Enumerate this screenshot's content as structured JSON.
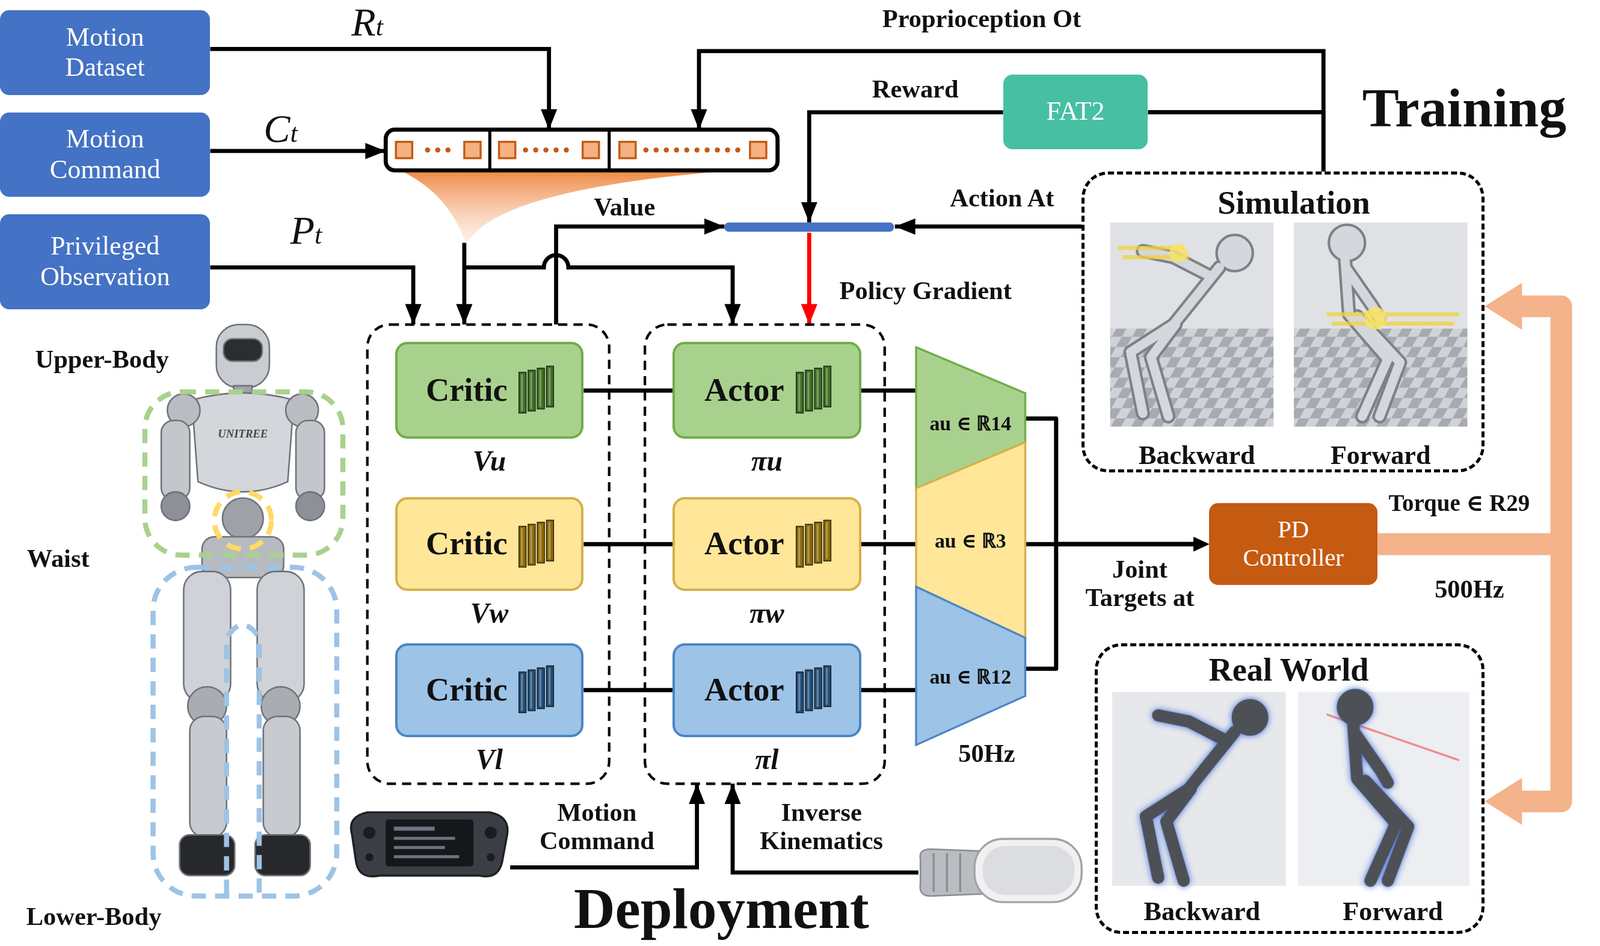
{
  "diagram": {
    "nodes": [
      {
        "text": [
          "Motion Dataset"
        ]
      },
      {
        "text": [
          "Motion Command"
        ]
      },
      {
        "text": [
          "Privileged Observation"
        ]
      },
      {
        "text": [
          "FAT2"
        ]
      },
      {
        "text": [
          "Simulation",
          "Backward",
          "Forward"
        ]
      },
      {
        "text": [
          "Critic",
          "Vu"
        ]
      },
      {
        "text": [
          "Actor",
          "πu"
        ]
      },
      {
        "text": [
          "au ∈ ℝ14"
        ]
      },
      {
        "text": [
          "Critic",
          "Vw"
        ]
      },
      {
        "text": [
          "Actor",
          "πw"
        ]
      },
      {
        "text": [
          "au ∈ ℝ3"
        ]
      },
      {
        "text": [
          "PD Controller"
        ]
      },
      {
        "text": [
          "Critic",
          "Vl"
        ]
      },
      {
        "text": [
          "Actor",
          "πl"
        ]
      },
      {
        "text": [
          "au ∈ ℝ12"
        ]
      },
      {
        "text": [
          "Real World",
          "Backward",
          "Forward"
        ]
      }
    ],
    "edges": [
      {
        "from": 5,
        "to": 6,
        "arrow": "none"
      },
      {
        "from": 6,
        "to": 7,
        "arrow": "none"
      },
      {
        "from": 8,
        "to": 9,
        "arrow": "none"
      },
      {
        "from": 9,
        "to": 10,
        "arrow": "none"
      },
      {
        "from": 12,
        "to": 13,
        "arrow": "none"
      },
      {
        "from": 13,
        "to": 14,
        "arrow": "none"
      },
      {
        "from": 7,
        "to": 11,
        "arrow": "to"
      },
      {
        "from": 10,
        "to": 11,
        "arrow": "to",
        "label": "Joint Targets at"
      },
      {
        "from": 14,
        "to": 11,
        "arrow": "to"
      },
      {
        "from": 11,
        "to": 4,
        "arrow": "to"
      },
      {
        "from": 11,
        "to": 15,
        "arrow": "to"
      },
      {
        "from": 4,
        "to": 3,
        "arrow": "none"
      }
    ],
    "labels": [
      "Rt",
      "Ct",
      "Pt",
      "Proprioception Ot",
      "Reward",
      "Value",
      "Action At",
      "Policy Gradient",
      "Training",
      "Upper-Body",
      "Waist",
      "Lower-Body",
      "UNITREE",
      "50Hz",
      "Torque ∈ R29",
      "500Hz",
      "Motion Command",
      "Inverse Kinematics",
      "Deployment"
    ]
  }
}
